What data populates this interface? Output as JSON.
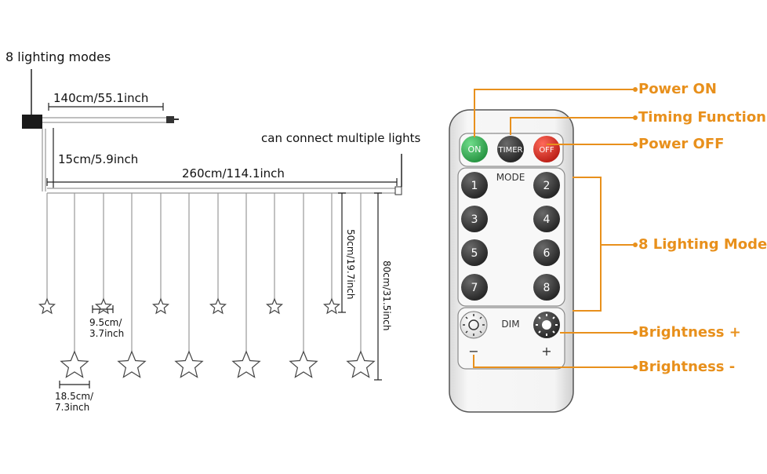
{
  "diagram": {
    "modes_label": "8 lighting modes",
    "top_length": "140cm/55.1inch",
    "drop_length": "15cm/5.9inch",
    "main_length": "260cm/114.1inch",
    "connect_label": "can connect multiple lights",
    "short_strand": "50cm/19.7inch",
    "long_strand": "80cm/31.5inch",
    "small_star": [
      "9.5cm/",
      "3.7inch"
    ],
    "large_star": [
      "18.5cm/",
      "7.3inch"
    ]
  },
  "remote": {
    "buttons": {
      "on": "ON",
      "timer": "TIMER",
      "off": "OFF",
      "mode_label": "MODE",
      "dim_label": "DIM",
      "minus": "−",
      "plus": "+",
      "numbers": [
        "1",
        "2",
        "3",
        "4",
        "5",
        "6",
        "7",
        "8"
      ]
    },
    "colors": {
      "on": "#2fa84f",
      "timer": "#3a3a3a",
      "off": "#e0261c",
      "number": "#2c2c2c",
      "callout": "#e8901c"
    },
    "callouts": {
      "power_on": "Power ON",
      "timing": "Timing Function",
      "power_off": "Power OFF",
      "lighting_mode": "8 Lighting Mode",
      "brightness_up": "Brightness +",
      "brightness_down": "Brightness -"
    }
  }
}
